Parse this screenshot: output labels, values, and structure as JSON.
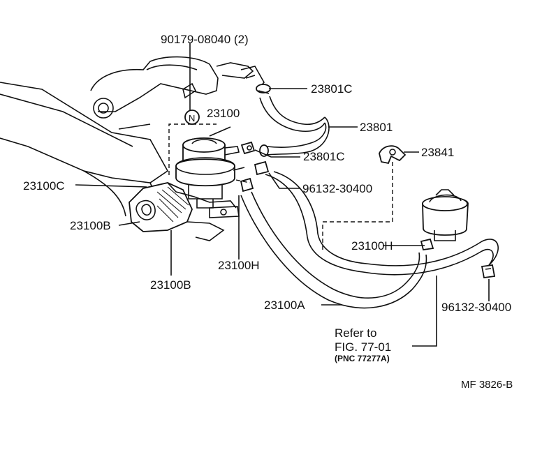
{
  "labels": {
    "bolt": "90179-08040 (2)",
    "clamp_upper": "23801C",
    "hose_23801": "23801",
    "valve": "23100",
    "clamp_mid": "23801C",
    "bracket_23841": "23841",
    "clip_center": "96132-30400",
    "gasket_c": "23100C",
    "gasket_b_left": "23100B",
    "clamp_h_right": "23100H",
    "clamp_h_center": "23100H",
    "gasket_b_bottom": "23100B",
    "clip_right": "96132-30400",
    "hose_a": "23100A"
  },
  "reference": {
    "line1": "Refer to",
    "line2": "FIG. 77-01",
    "line3": "(PNC 77277A)"
  },
  "figure_code": "MF  3826-B",
  "symbol_n": "N"
}
